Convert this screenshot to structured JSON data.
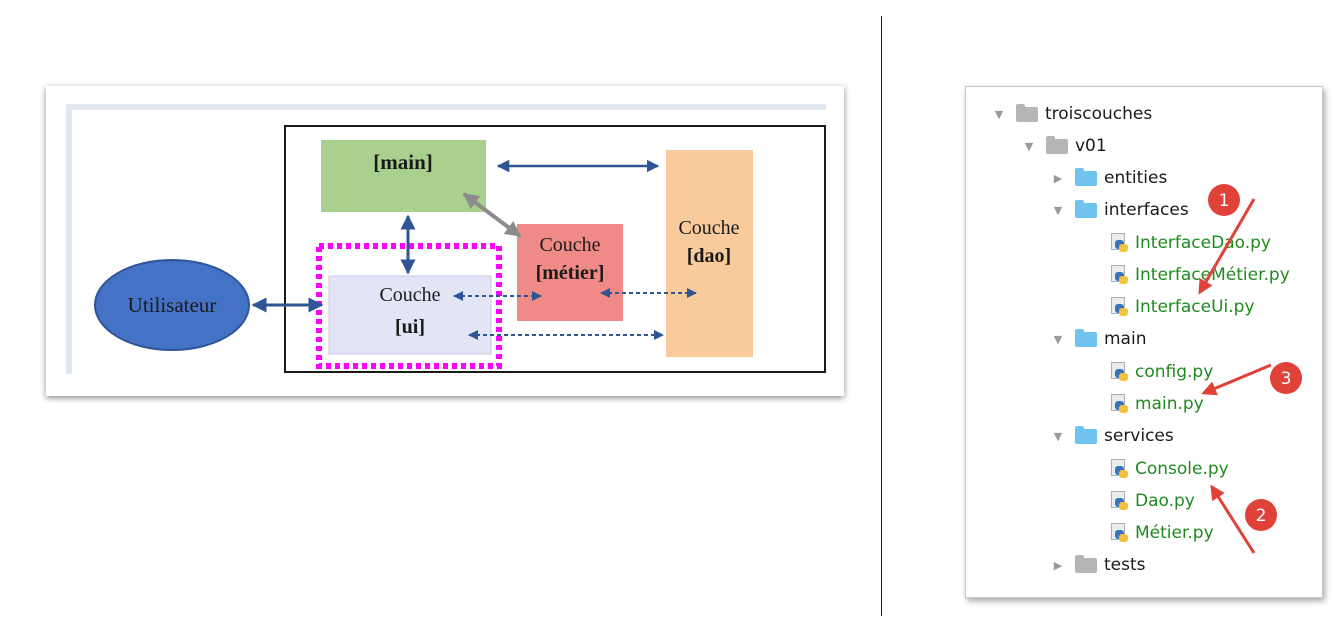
{
  "diagram": {
    "main_label": "[main]",
    "metier_line1": "Couche",
    "metier_line2": "[métier]",
    "dao_line1": "Couche",
    "dao_line2": "[dao]",
    "ui_line1": "Couche",
    "ui_line2": "[ui]",
    "user_label": "Utilisateur"
  },
  "tree": {
    "root": "troiscouches",
    "v01": "v01",
    "entities": "entities",
    "interfaces": "interfaces",
    "interface_files": [
      "InterfaceDao.py",
      "InterfaceMétier.py",
      "InterfaceUi.py"
    ],
    "main": "main",
    "main_files": [
      "config.py",
      "main.py"
    ],
    "services": "services",
    "service_files": [
      "Console.py",
      "Dao.py",
      "Métier.py"
    ],
    "tests": "tests"
  },
  "badges": [
    "1",
    "3",
    "2"
  ],
  "colors": {
    "main_box": "#a9d08e",
    "metier_box": "#f08a86",
    "dao_box": "#f9cb9c",
    "ui_box": "#e4e4f7",
    "ui_dashed_border": "#ff00ff",
    "user_ellipse": "#4472c4",
    "arrow": "#2f5597",
    "annotation_red": "#e0423a",
    "python_file_text": "#1f8a1f"
  }
}
